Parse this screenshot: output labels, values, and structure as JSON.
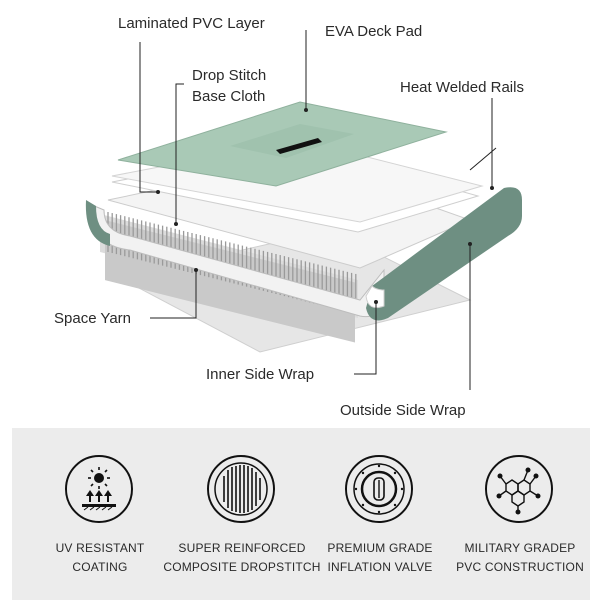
{
  "callouts": {
    "laminated_pvc": "Laminated PVC Layer",
    "eva_deck": "EVA Deck Pad",
    "drop_stitch_1": "Drop Stitch",
    "drop_stitch_2": "Base Cloth",
    "heat_welded": "Heat Welded Rails",
    "space_yarn": "Space Yarn",
    "inner_wrap": "Inner Side Wrap",
    "outside_wrap": "Outside Side Wrap"
  },
  "features": [
    {
      "line1": "UV RESISTANT",
      "line2": "COATING",
      "icon": "uv-sun-icon"
    },
    {
      "line1": "SUPER REINFORCED",
      "line2": "COMPOSITE DROPSTITCH",
      "icon": "dropstitch-icon"
    },
    {
      "line1": "PREMIUM GRADE",
      "line2": "INFLATION VALVE",
      "icon": "valve-icon"
    },
    {
      "line1": "MILITARY GRADEP",
      "line2": "PVC CONSTRUCTION",
      "icon": "molecule-icon"
    }
  ],
  "colors": {
    "deck_green": "#a9c9b6",
    "rail_green": "#6e8f82",
    "panel_gray": "#ececec"
  }
}
